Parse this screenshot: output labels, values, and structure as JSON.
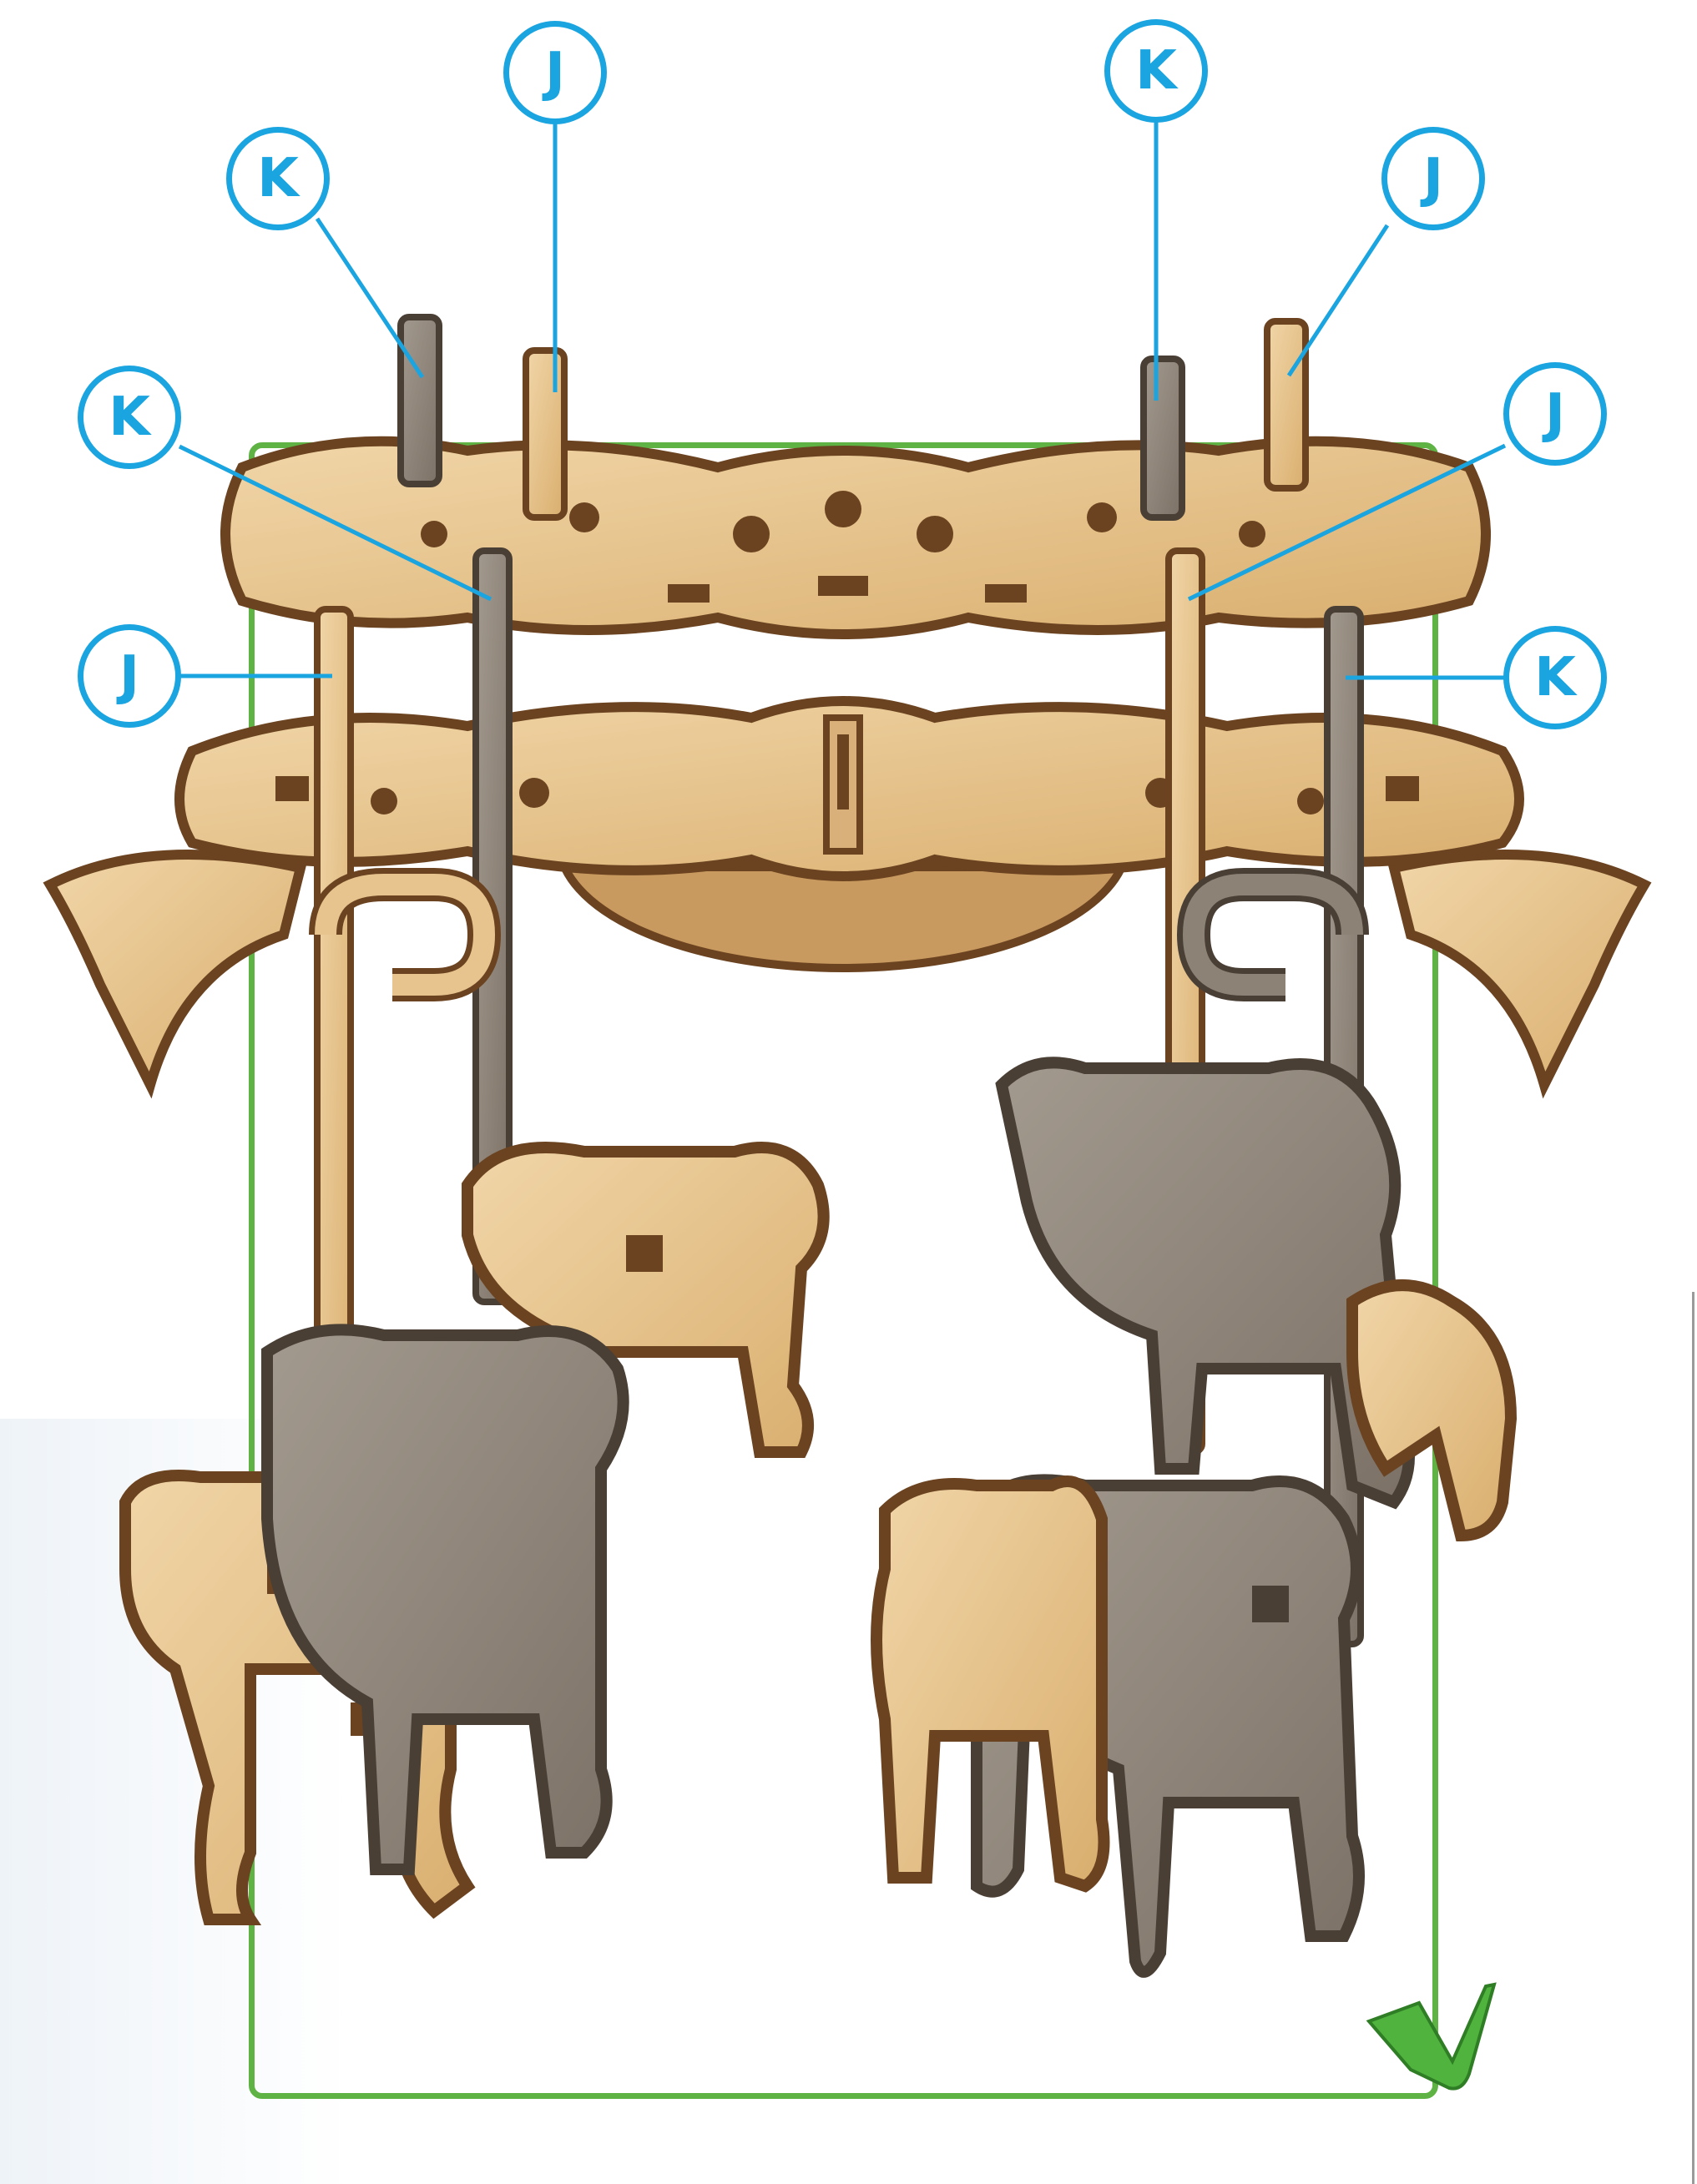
{
  "diagram": {
    "callouts": [
      {
        "id": "callout-k-top-left",
        "label": "K"
      },
      {
        "id": "callout-j-top-center-left",
        "label": "J"
      },
      {
        "id": "callout-k-top-center-right",
        "label": "K"
      },
      {
        "id": "callout-j-top-right",
        "label": "J"
      },
      {
        "id": "callout-k-mid-left",
        "label": "K"
      },
      {
        "id": "callout-j-mid-right",
        "label": "J"
      },
      {
        "id": "callout-j-lower-left",
        "label": "J"
      },
      {
        "id": "callout-k-lower-right",
        "label": "K"
      }
    ]
  },
  "colors": {
    "callout_blue": "#1aa4e0",
    "frame_green": "#5fb345",
    "check_green": "#4fb33d",
    "wood_light": "#e7c48e",
    "wood_dark": "#7a4e24",
    "wood_grey": "#8d8276"
  },
  "icons": {
    "checkmark": "green-checkmark-icon"
  }
}
